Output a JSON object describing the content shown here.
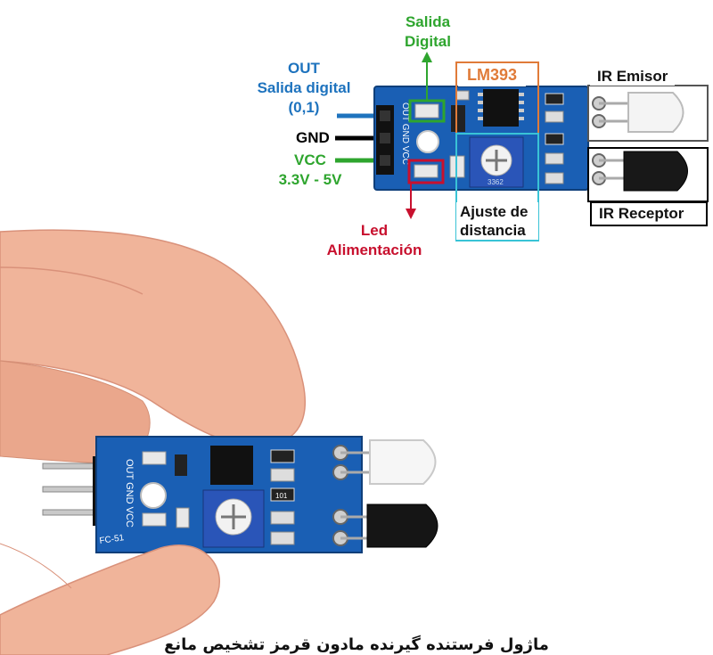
{
  "labels": {
    "salida_digital_top": [
      "Salida",
      "Digital"
    ],
    "lm393": "LM393",
    "ir_emisor": "IR Emisor",
    "ir_receptor": "IR Receptor",
    "out": [
      "OUT",
      "Salida digital",
      "(0,1)"
    ],
    "gnd": "GND",
    "vcc": [
      "VCC",
      "3.3V - 5V"
    ],
    "led_alimentacion": [
      "Led",
      "Alimentación"
    ],
    "ajuste_distancia": [
      "Ajuste de",
      "distancia"
    ]
  },
  "pcb_silk": {
    "pins": "OUT GND VCC",
    "model": "FC-51",
    "pot_code": "3362",
    "resistor_code": "101"
  },
  "caption": "ماژول فرستنده گیرنده مادون قرمز تشخیص مانع",
  "colors": {
    "green": "#2ea52e",
    "blue": "#1e73be",
    "black": "#000000",
    "red": "#c8102e",
    "orange": "#e07b39",
    "cyan": "#39c3d6",
    "pcb": "#1a5fb4",
    "skin": "#f0b49a"
  }
}
